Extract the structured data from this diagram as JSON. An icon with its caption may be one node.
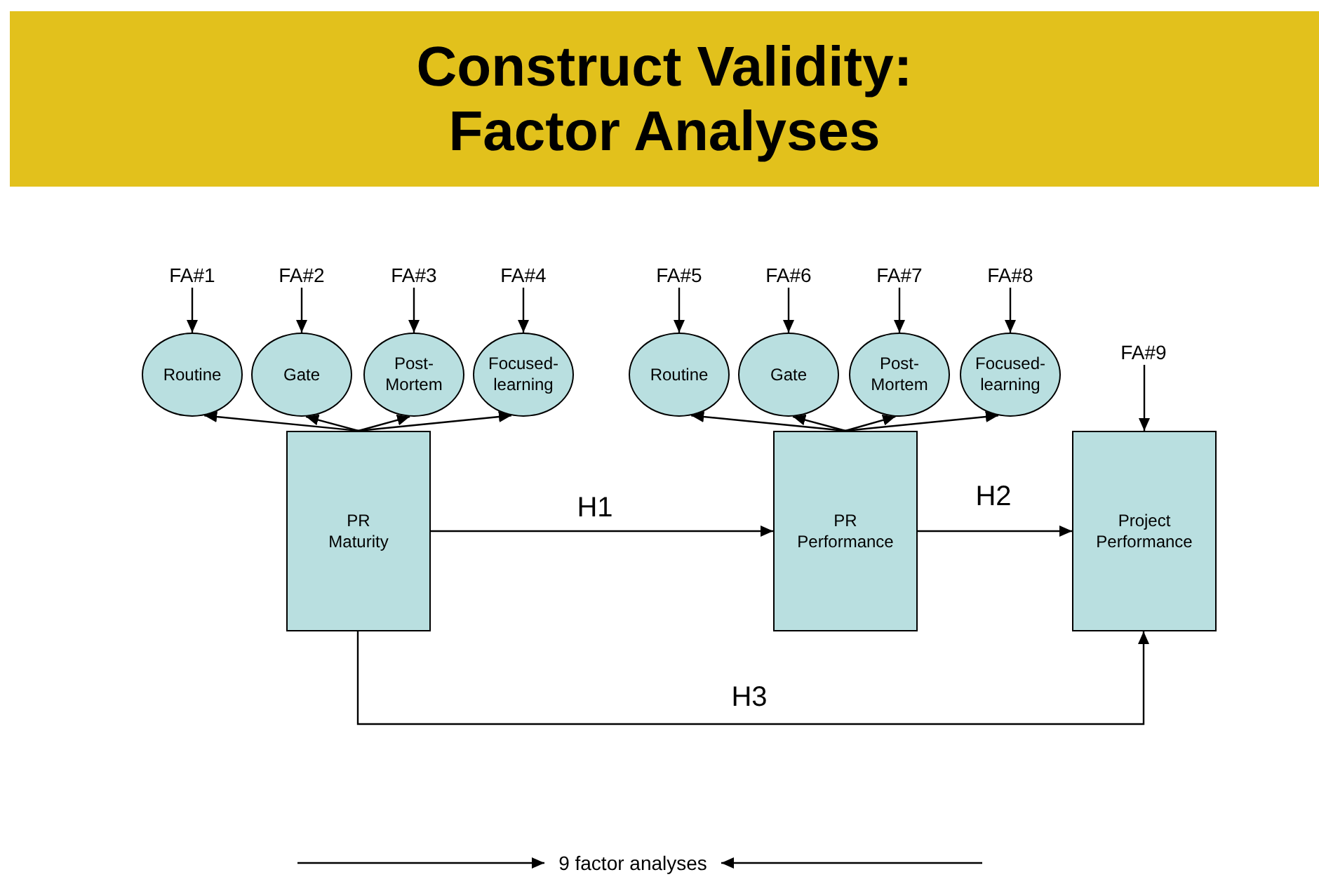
{
  "diagram": {
    "title": "Construct Validity: Factor Analyses",
    "nodes": [
      {
        "text": [
          "FA#1"
        ]
      },
      {
        "text": [
          "FA#2"
        ]
      },
      {
        "text": [
          "FA#3"
        ]
      },
      {
        "text": [
          "FA#4"
        ]
      },
      {
        "text": [
          "FA#5"
        ]
      },
      {
        "text": [
          "FA#6"
        ]
      },
      {
        "text": [
          "FA#7"
        ]
      },
      {
        "text": [
          "FA#8"
        ]
      },
      {
        "text": [
          "FA#9"
        ]
      },
      {
        "text": [
          "Routine"
        ]
      },
      {
        "text": [
          "Gate"
        ]
      },
      {
        "text": [
          "Post-Mortem"
        ]
      },
      {
        "text": [
          "Focused-learning"
        ]
      },
      {
        "text": [
          "Routine"
        ]
      },
      {
        "text": [
          "Gate"
        ]
      },
      {
        "text": [
          "Post-Mortem"
        ]
      },
      {
        "text": [
          "Focused-learning"
        ]
      },
      {
        "text": [
          "PR Maturity"
        ]
      },
      {
        "text": [
          "PR Performance"
        ]
      },
      {
        "text": [
          "Project Performance"
        ]
      },
      {
        "text": [
          "9 factor analyses"
        ]
      }
    ],
    "edges": [
      {
        "from": 0,
        "to": 9,
        "arrow": "to"
      },
      {
        "from": 1,
        "to": 10,
        "arrow": "to"
      },
      {
        "from": 2,
        "to": 11,
        "arrow": "to"
      },
      {
        "from": 3,
        "to": 12,
        "arrow": "to"
      },
      {
        "from": 4,
        "to": 13,
        "arrow": "to"
      },
      {
        "from": 5,
        "to": 14,
        "arrow": "to"
      },
      {
        "from": 6,
        "to": 15,
        "arrow": "to"
      },
      {
        "from": 7,
        "to": 16,
        "arrow": "to"
      },
      {
        "from": 8,
        "to": 19,
        "arrow": "to"
      },
      {
        "from": 17,
        "to": 9,
        "arrow": "to"
      },
      {
        "from": 17,
        "to": 10,
        "arrow": "to"
      },
      {
        "from": 17,
        "to": 11,
        "arrow": "to"
      },
      {
        "from": 17,
        "to": 12,
        "arrow": "to"
      },
      {
        "from": 18,
        "to": 13,
        "arrow": "to"
      },
      {
        "from": 18,
        "to": 14,
        "arrow": "to"
      },
      {
        "from": 18,
        "to": 15,
        "arrow": "to"
      },
      {
        "from": 18,
        "to": 16,
        "arrow": "to"
      },
      {
        "from": 17,
        "to": 18,
        "arrow": "to",
        "label": "H1"
      },
      {
        "from": 18,
        "to": 19,
        "arrow": "to",
        "label": "H2"
      },
      {
        "from": 17,
        "to": 19,
        "arrow": "to",
        "label": "H3"
      },
      {
        "from": null,
        "to": 20,
        "arrow": "to"
      },
      {
        "from": null,
        "to": 20,
        "arrow": "to"
      }
    ]
  }
}
